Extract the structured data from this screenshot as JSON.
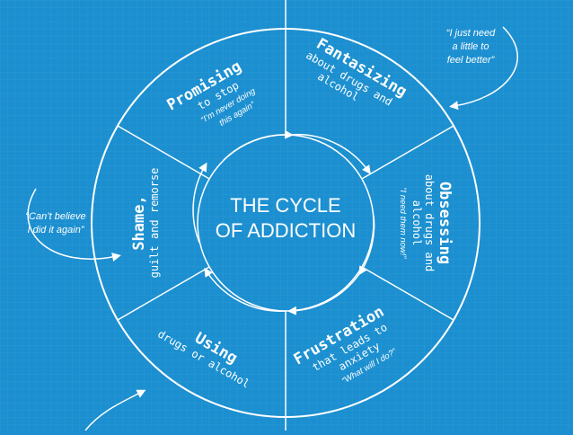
{
  "center": {
    "line1": "THE CYCLE",
    "line2": "OF ADDICTION"
  },
  "segments": {
    "promising": {
      "title": "Promising",
      "sub": "to stop",
      "quote1": "“I’m never doing",
      "quote2": "this again”"
    },
    "fantasizing": {
      "title": "Fantasizing",
      "sub1": "about drugs and",
      "sub2": "alcohol"
    },
    "obsessing": {
      "title": "Obsessing",
      "sub1": "about drugs and",
      "sub2": "alcohol",
      "quote": "“I need them now!”"
    },
    "frustration": {
      "title": "Frustration",
      "sub1": "that leads to",
      "sub2": "anxiety",
      "quote": "“What will I do?”"
    },
    "using": {
      "title": "Using",
      "sub": "drugs or alcohol"
    },
    "shame": {
      "title": "Shame,",
      "sub": "guilt and remorse"
    }
  },
  "side_quotes": {
    "top_right": [
      "“I just need",
      "a little to",
      "feel better”"
    ],
    "left": [
      "“Can’t believe",
      "I did it again”"
    ]
  },
  "colors": {
    "background": "#1b8fd0",
    "lines": "#ffffff"
  }
}
